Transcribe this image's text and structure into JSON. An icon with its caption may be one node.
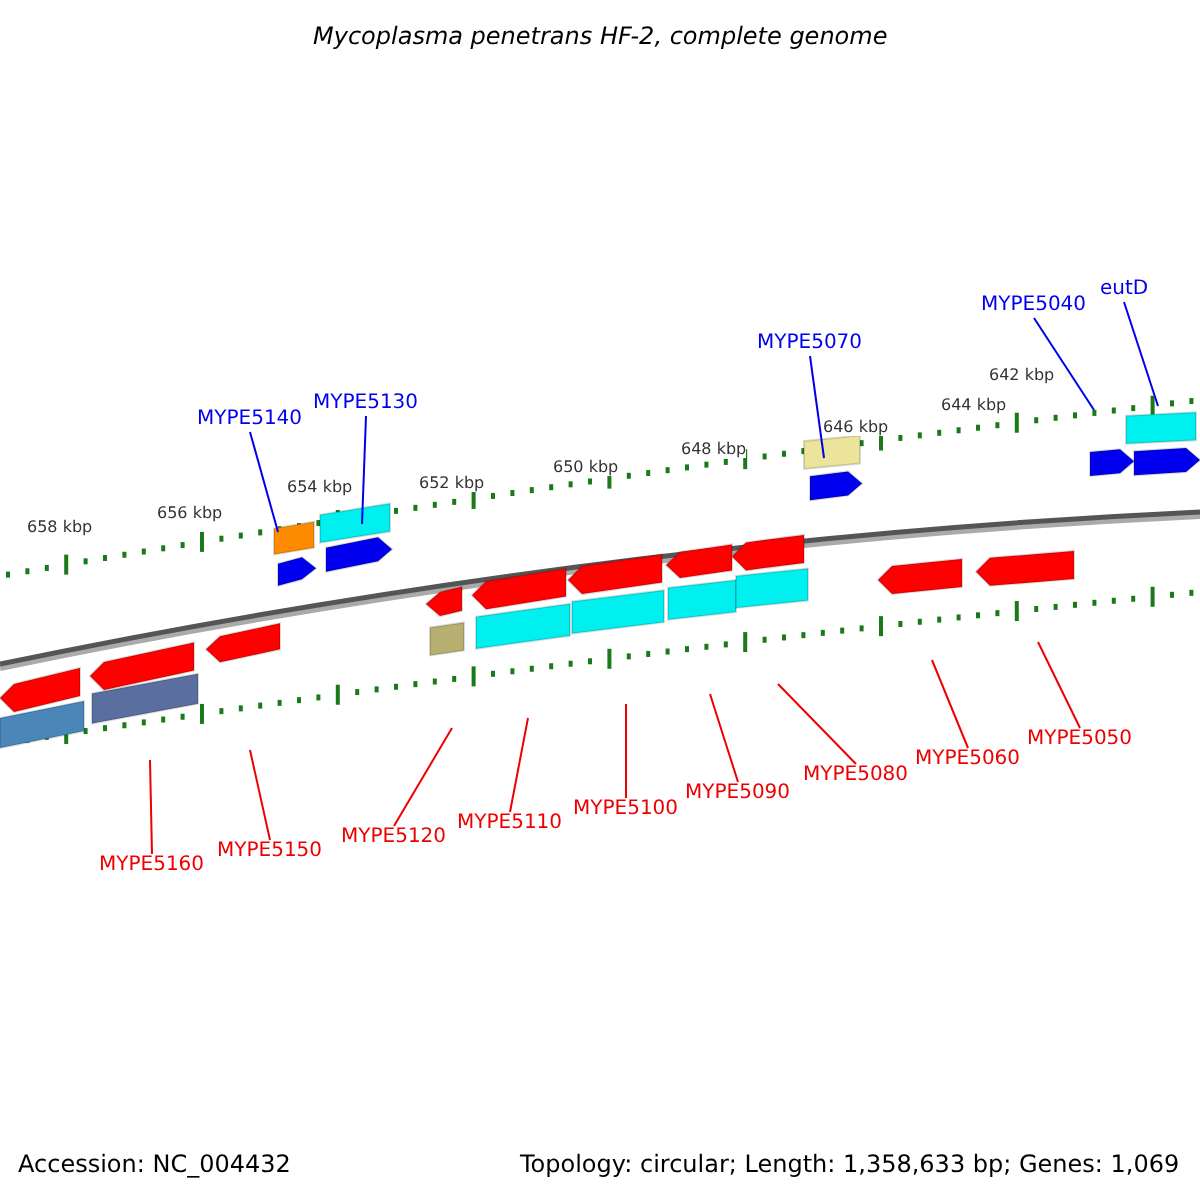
{
  "diagram": {
    "title": "Mycoplasma penetrans HF-2, complete genome",
    "nodes": [
      {
        "text": [
          "MYPE5140"
        ]
      },
      {
        "text": [
          "MYPE5130"
        ]
      },
      {
        "text": [
          "MYPE5070"
        ]
      },
      {
        "text": [
          "MYPE5040"
        ]
      },
      {
        "text": [
          "eutD"
        ]
      },
      {
        "text": [
          "MYPE5160"
        ]
      },
      {
        "text": [
          "MYPE5150"
        ]
      },
      {
        "text": [
          "MYPE5120"
        ]
      },
      {
        "text": [
          "MYPE5110"
        ]
      },
      {
        "text": [
          "MYPE5100"
        ]
      },
      {
        "text": [
          "MYPE5090"
        ]
      },
      {
        "text": [
          "MYPE5080"
        ]
      },
      {
        "text": [
          "MYPE5060"
        ]
      },
      {
        "text": [
          "MYPE5050"
        ]
      }
    ],
    "edges": [
      {
        "from": 0,
        "to": null,
        "arrow": "none",
        "color": "#0000ee"
      },
      {
        "from": 1,
        "to": null,
        "arrow": "none",
        "color": "#0000ee"
      },
      {
        "from": 2,
        "to": null,
        "arrow": "none",
        "color": "#0000ee"
      },
      {
        "from": 3,
        "to": null,
        "arrow": "none",
        "color": "#0000ee"
      },
      {
        "from": 4,
        "to": null,
        "arrow": "none",
        "color": "#0000ee"
      },
      {
        "from": 5,
        "to": null,
        "arrow": "none"
      },
      {
        "from": 6,
        "to": null,
        "arrow": "none"
      },
      {
        "from": 7,
        "to": null,
        "arrow": "none"
      },
      {
        "from": 8,
        "to": null,
        "arrow": "none"
      },
      {
        "from": 9,
        "to": null,
        "arrow": "none"
      },
      {
        "from": 10,
        "to": null,
        "arrow": "none"
      },
      {
        "from": 11,
        "to": null,
        "arrow": "none"
      },
      {
        "from": 12,
        "to": null,
        "arrow": "none"
      },
      {
        "from": 13,
        "to": null,
        "arrow": "none"
      }
    ],
    "labels": [
      "642 kbp",
      "644 kbp",
      "646 kbp",
      "648 kbp",
      "650 kbp",
      "652 kbp",
      "654 kbp",
      "656 kbp",
      "658 kbp",
      "Accession: NC_004432",
      "Topology: circular; Length: 1,358,633 bp; Genes: 1,069"
    ]
  }
}
